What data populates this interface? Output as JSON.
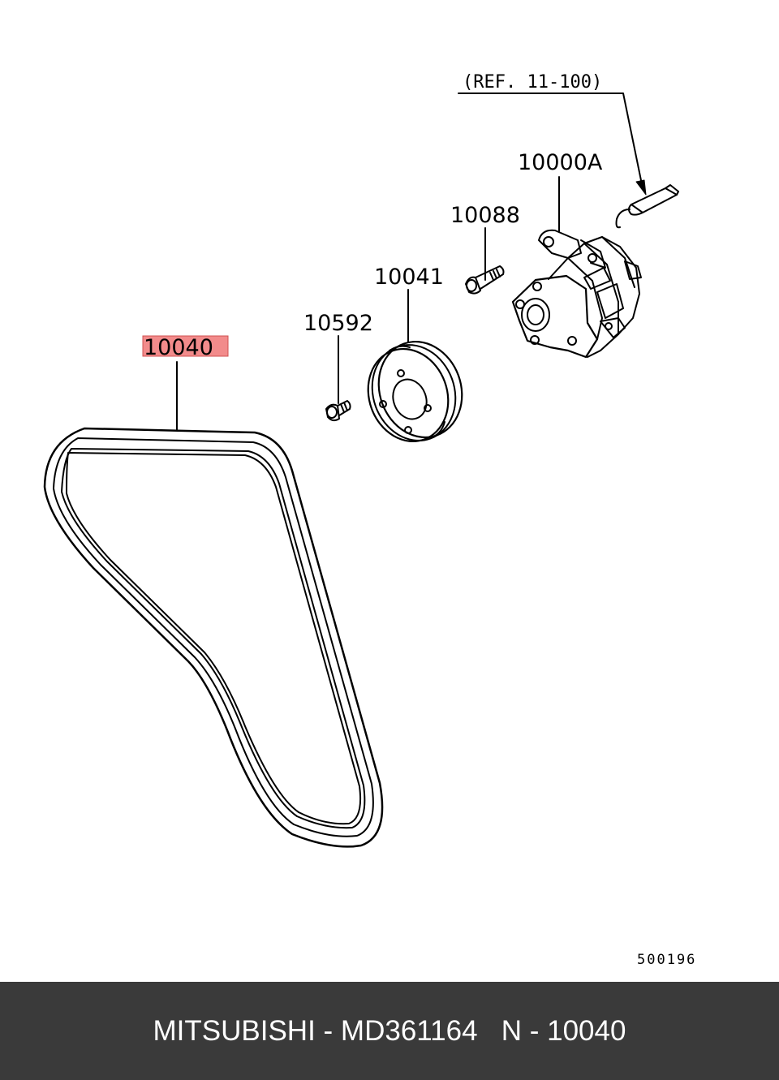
{
  "diagram": {
    "ref_label": "(REF. 11-100)",
    "parts": {
      "belt": "10040",
      "pulley_bolt": "10592",
      "pulley": "10041",
      "pump_bolt": "10088",
      "pump_assy": "10000A"
    },
    "highlight_color": "#f28b8b",
    "diagram_code": "500196"
  },
  "footer": {
    "brand": "MITSUBISHI",
    "sep1": " - ",
    "part_number": "MD361164",
    "gap": "   ",
    "position": "N - 10040"
  }
}
